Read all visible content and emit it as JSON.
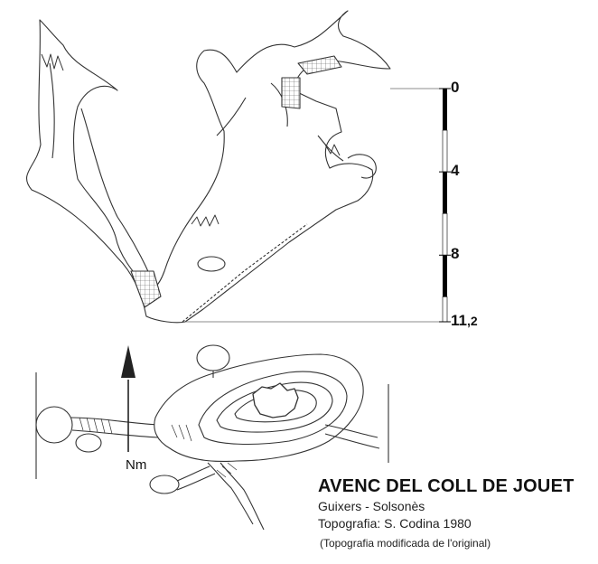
{
  "title": "AVENC DEL COLL DE JOUET",
  "region": "Guixers - Solsonès",
  "survey": "Topografia: S. Codina   1980",
  "note": "(Topografia modificada de l'original)",
  "north_label": "Nm",
  "scale": {
    "max": 11.2,
    "ticks": [
      {
        "value": 0,
        "text": "0",
        "suffix": ""
      },
      {
        "value": 4,
        "text": "4",
        "suffix": ""
      },
      {
        "value": 8,
        "text": "8",
        "suffix": ""
      },
      {
        "value": 11.2,
        "text": "11",
        "suffix": ",2"
      }
    ]
  },
  "colors": {
    "ink": "#222222",
    "scale_bar": "#000000"
  }
}
